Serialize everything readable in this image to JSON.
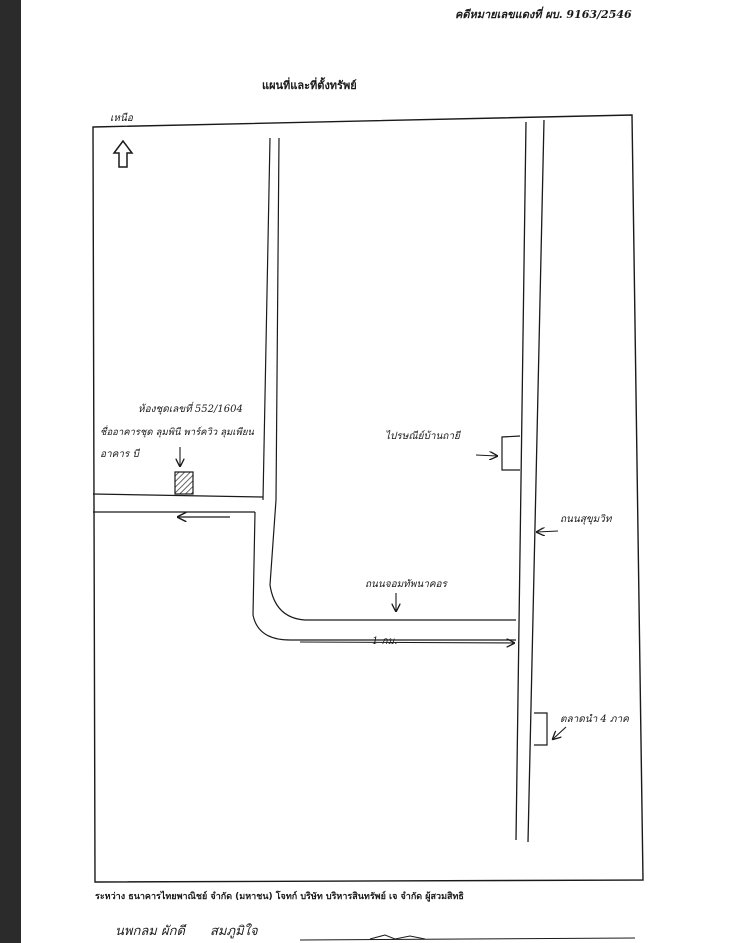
{
  "document": {
    "case_number": "คดีหมายเลขแดงที่ ผบ. 9163/2546",
    "title": "แผนที่และที่ตั้งทรัพย์",
    "footer": "ระหว่าง ธนาคารไทยพาณิชย์ จำกัด (มหาชน)   โจทก์ บริษัท บริหารสินทรัพย์ เจ จำกัด ผู้สวมสิทธิ",
    "signatures": [
      "นพกลม ผักดี",
      "สมภูมิใจ"
    ]
  },
  "map": {
    "north_label": "เหนือ",
    "property": {
      "line1": "ห้องชุดเลขที่ 552/1604",
      "line2": "ชื่ออาคารชุด ลุมพินี พาร์ควิว ลุมเพียน",
      "line3": "อาคาร บี"
    },
    "roads": {
      "sukhumvit": "ถนนสุขุมวิท",
      "soi": "ถนนจอมทัพนาคอร"
    },
    "landmarks": {
      "market": "ไปรษณีย์บ้านถายี",
      "water_plant": "ตลาดนำ 4 ภาค"
    },
    "distance": "1 กม."
  },
  "colors": {
    "ink": "#1a1a1a",
    "hatch": "#333333"
  }
}
